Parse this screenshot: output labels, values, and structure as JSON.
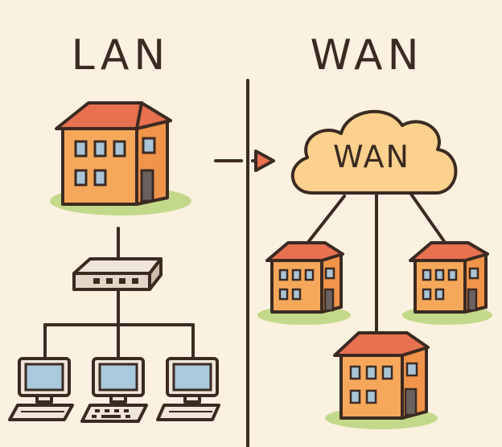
{
  "lan_panel": {
    "title": "LAN"
  },
  "wan_panel": {
    "title": "WAN",
    "cloud_label": "WAN"
  },
  "colors": {
    "background": "#fbf1e0",
    "ink": "#3b2a22",
    "house_wall": "#f6a85a",
    "house_roof": "#e8714f",
    "window": "#a8c4d6",
    "door": "#6a625e",
    "grass": "#c3d98a",
    "cloud": "#fcd08d",
    "router": "#e3d6c7",
    "screen": "#a9c9dc"
  },
  "icons": [
    "house-icon",
    "router-icon",
    "computer-icon",
    "cloud-icon",
    "arrow-icon",
    "divider-line"
  ]
}
